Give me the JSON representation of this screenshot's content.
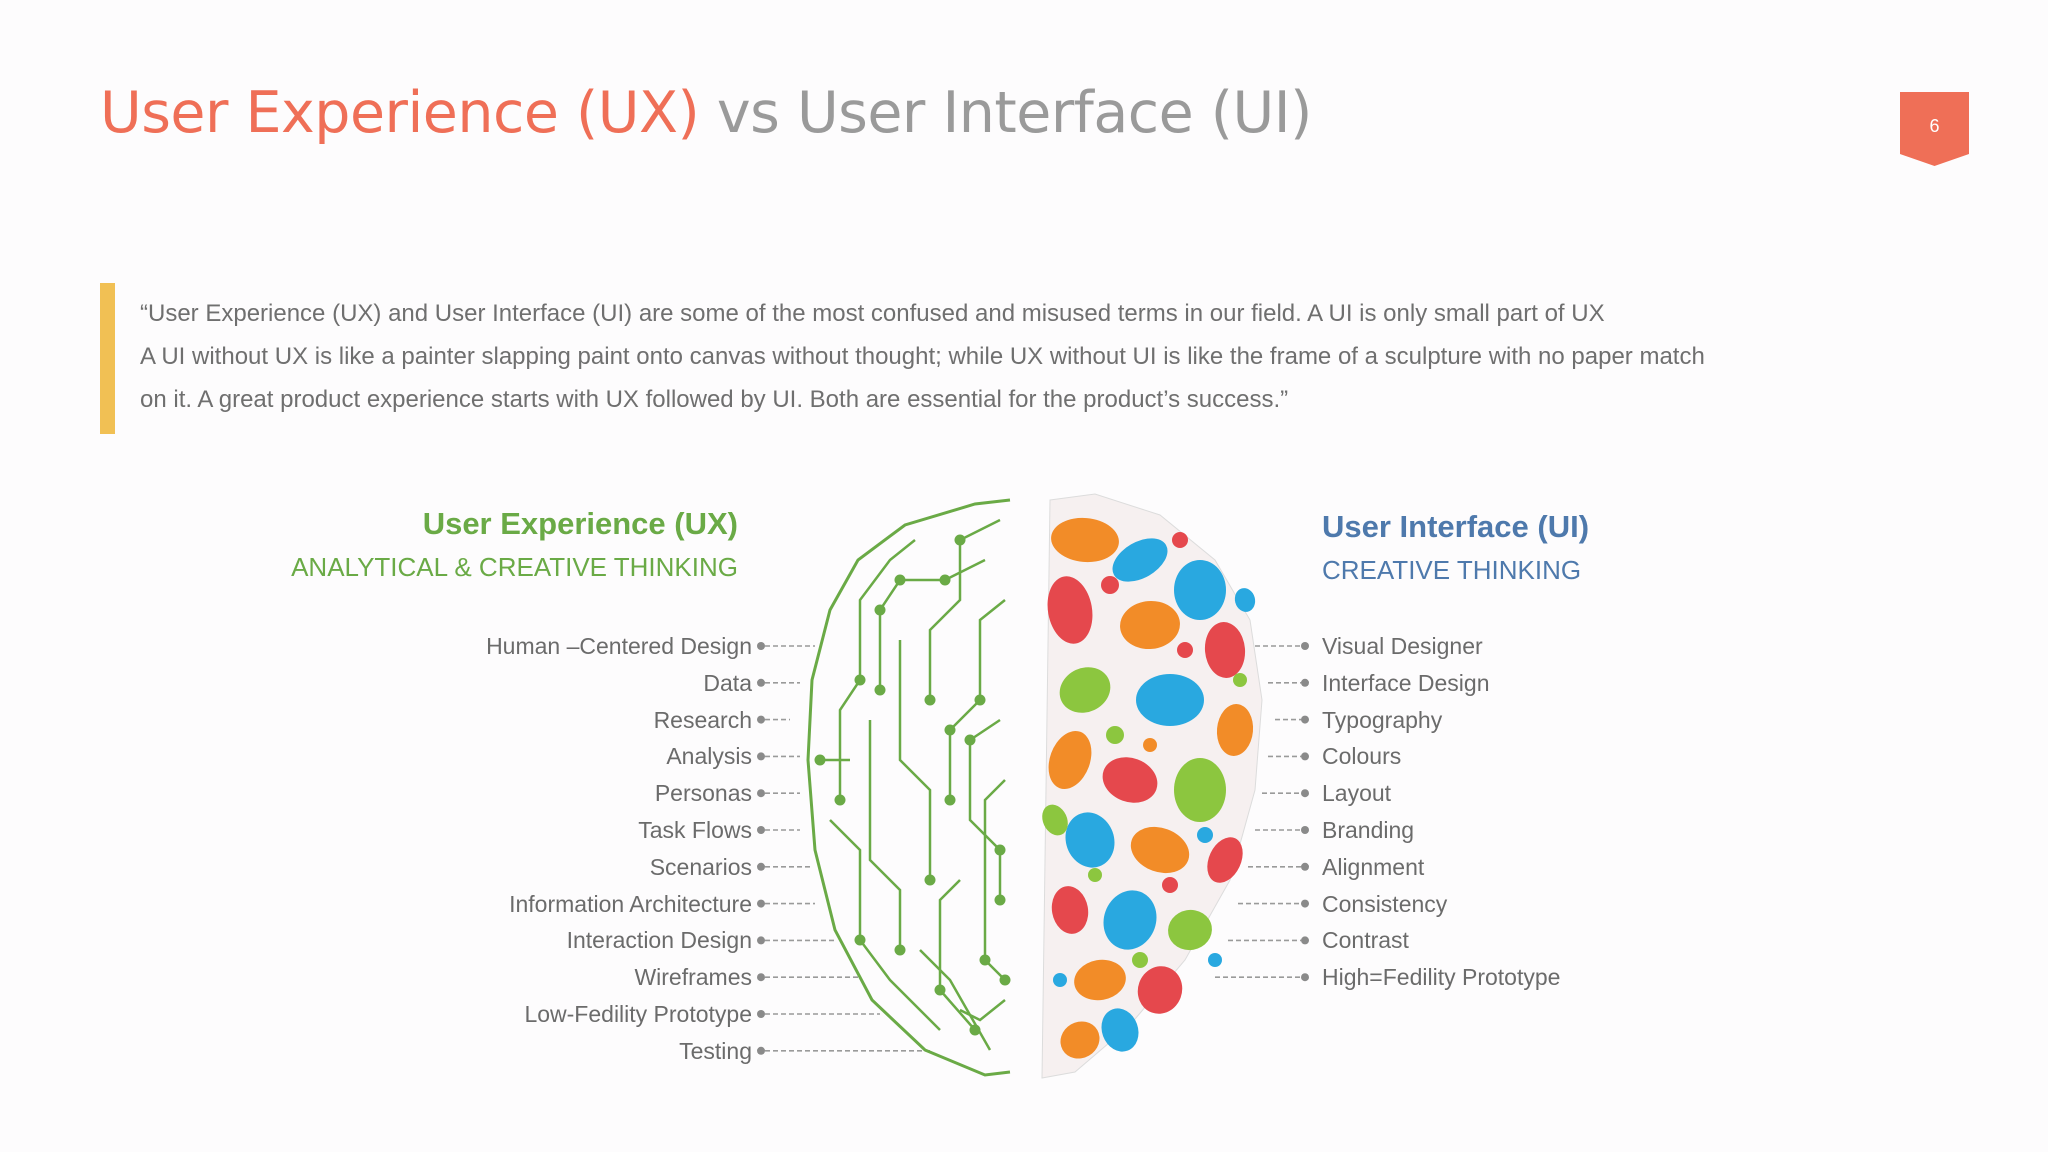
{
  "title": {
    "accent": "User Experience (UX)",
    "rest": " vs User Interface (UI)"
  },
  "page_number": "6",
  "quote": {
    "line1": "“User Experience (UX) and User Interface (UI) are some of the most confused and misused terms in our field. A UI  is only small part of UX",
    "line2": " A UI without UX is like a painter slapping paint onto canvas without thought; while UX without UI is like the frame of a sculpture with no paper match",
    "line3": "on it. A great product experience starts with UX followed by UI. Both are essential for the product’s success.”"
  },
  "ux": {
    "title": "User Experience (UX)",
    "subtitle": "ANALYTICAL & CREATIVE THINKING",
    "items": [
      "Human –Centered Design",
      "Data",
      "Research",
      "Analysis",
      "Personas",
      "Task Flows",
      "Scenarios",
      "Information Architecture",
      "Interaction Design",
      "Wireframes",
      "Low-Fedility Prototype",
      "Testing"
    ]
  },
  "ui": {
    "title": "User Interface (UI)",
    "subtitle": "CREATIVE THINKING",
    "items": [
      "Visual Designer",
      "Interface Design",
      "Typography",
      "Colours",
      "Layout",
      "Branding",
      "Alignment",
      "Consistency",
      "Contrast",
      "High=Fedility Prototype"
    ]
  },
  "colors": {
    "accent": "#ef6f57",
    "ux_green": "#6aaa46",
    "ui_blue": "#4e79ac",
    "quote_bar": "#f1c054",
    "brain_colors": [
      "#f28c28",
      "#29a8e0",
      "#e5484d",
      "#8cc63f"
    ]
  },
  "icons": {
    "brain_left": "circuit-brain-icon",
    "brain_right": "paint-splash-brain-icon"
  }
}
